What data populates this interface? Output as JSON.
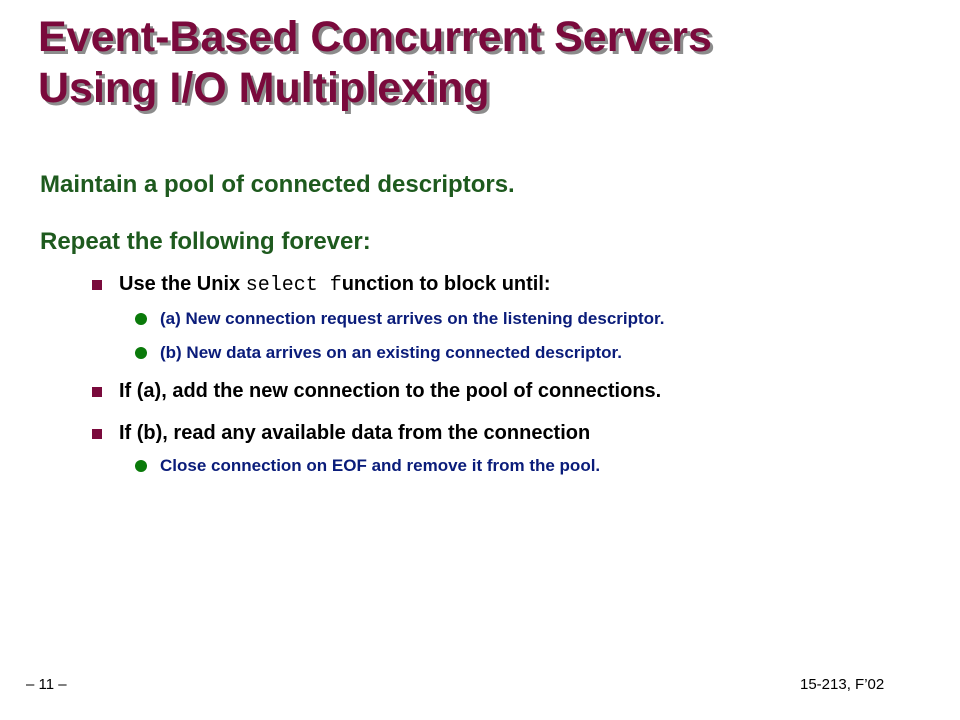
{
  "slide": {
    "title_line1": "Event-Based Concurrent Servers",
    "title_line2": "Using I/O Multiplexing",
    "bullets": {
      "pool": "Maintain a pool of connected descriptors.",
      "repeat": "Repeat the following forever:"
    },
    "sub_bullets": {
      "select_prefix": "Use the Unix ",
      "select_code": "select f",
      "select_suffix": "unction to block until:",
      "if_a": " If (a), add the new connection to the pool of connections.",
      "if_b": "If (b), read any available data from the connection"
    },
    "sub_sub_bullets": {
      "a": "(a) New connection request arrives on the listening descriptor.",
      "b": "(b) New data arrives on an existing connected descriptor.",
      "close": "Close connection on EOF and remove it from the pool."
    },
    "footer": {
      "page": "– 11 –",
      "course": "15-213, F’02"
    }
  },
  "colors": {
    "title": "#7a0a3c",
    "title_shadow": "#8c8c8c",
    "level1_text": "#1e5a1e",
    "level2_bullet": "#7a0a3c",
    "level3_text": "#0a1c7a",
    "level3_bullet": "#0a7a0a"
  },
  "icons": {
    "level2_bullet": "square-bullet-icon",
    "level3_bullet": "dot-bullet-icon"
  }
}
